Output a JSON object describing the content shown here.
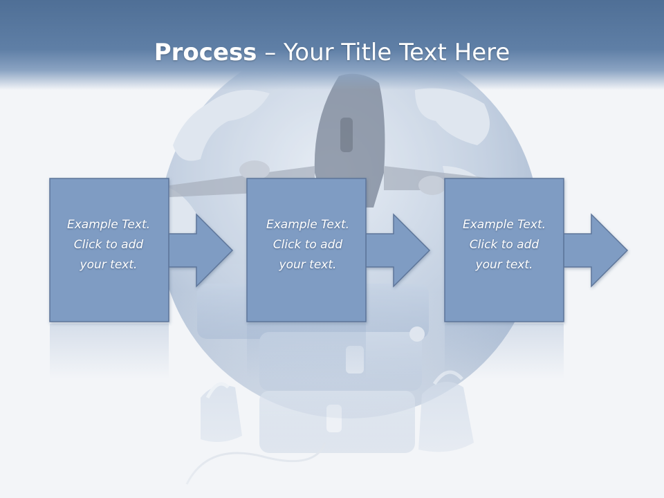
{
  "slide": {
    "title_bold": "Process",
    "title_rest": " – Your Title Text Here"
  },
  "steps": [
    {
      "lines": [
        "Example Text.",
        "Click  to add",
        "your text."
      ]
    },
    {
      "lines": [
        "Example Text.",
        "Click  to add",
        "your text."
      ]
    },
    {
      "lines": [
        "Example Text.",
        "Click  to add",
        "your text."
      ]
    }
  ],
  "colors": {
    "title_bar": "#5a7aa2",
    "box_fill": "#7f9cc3",
    "box_stroke": "#5d7599",
    "text": "#ffffff"
  }
}
